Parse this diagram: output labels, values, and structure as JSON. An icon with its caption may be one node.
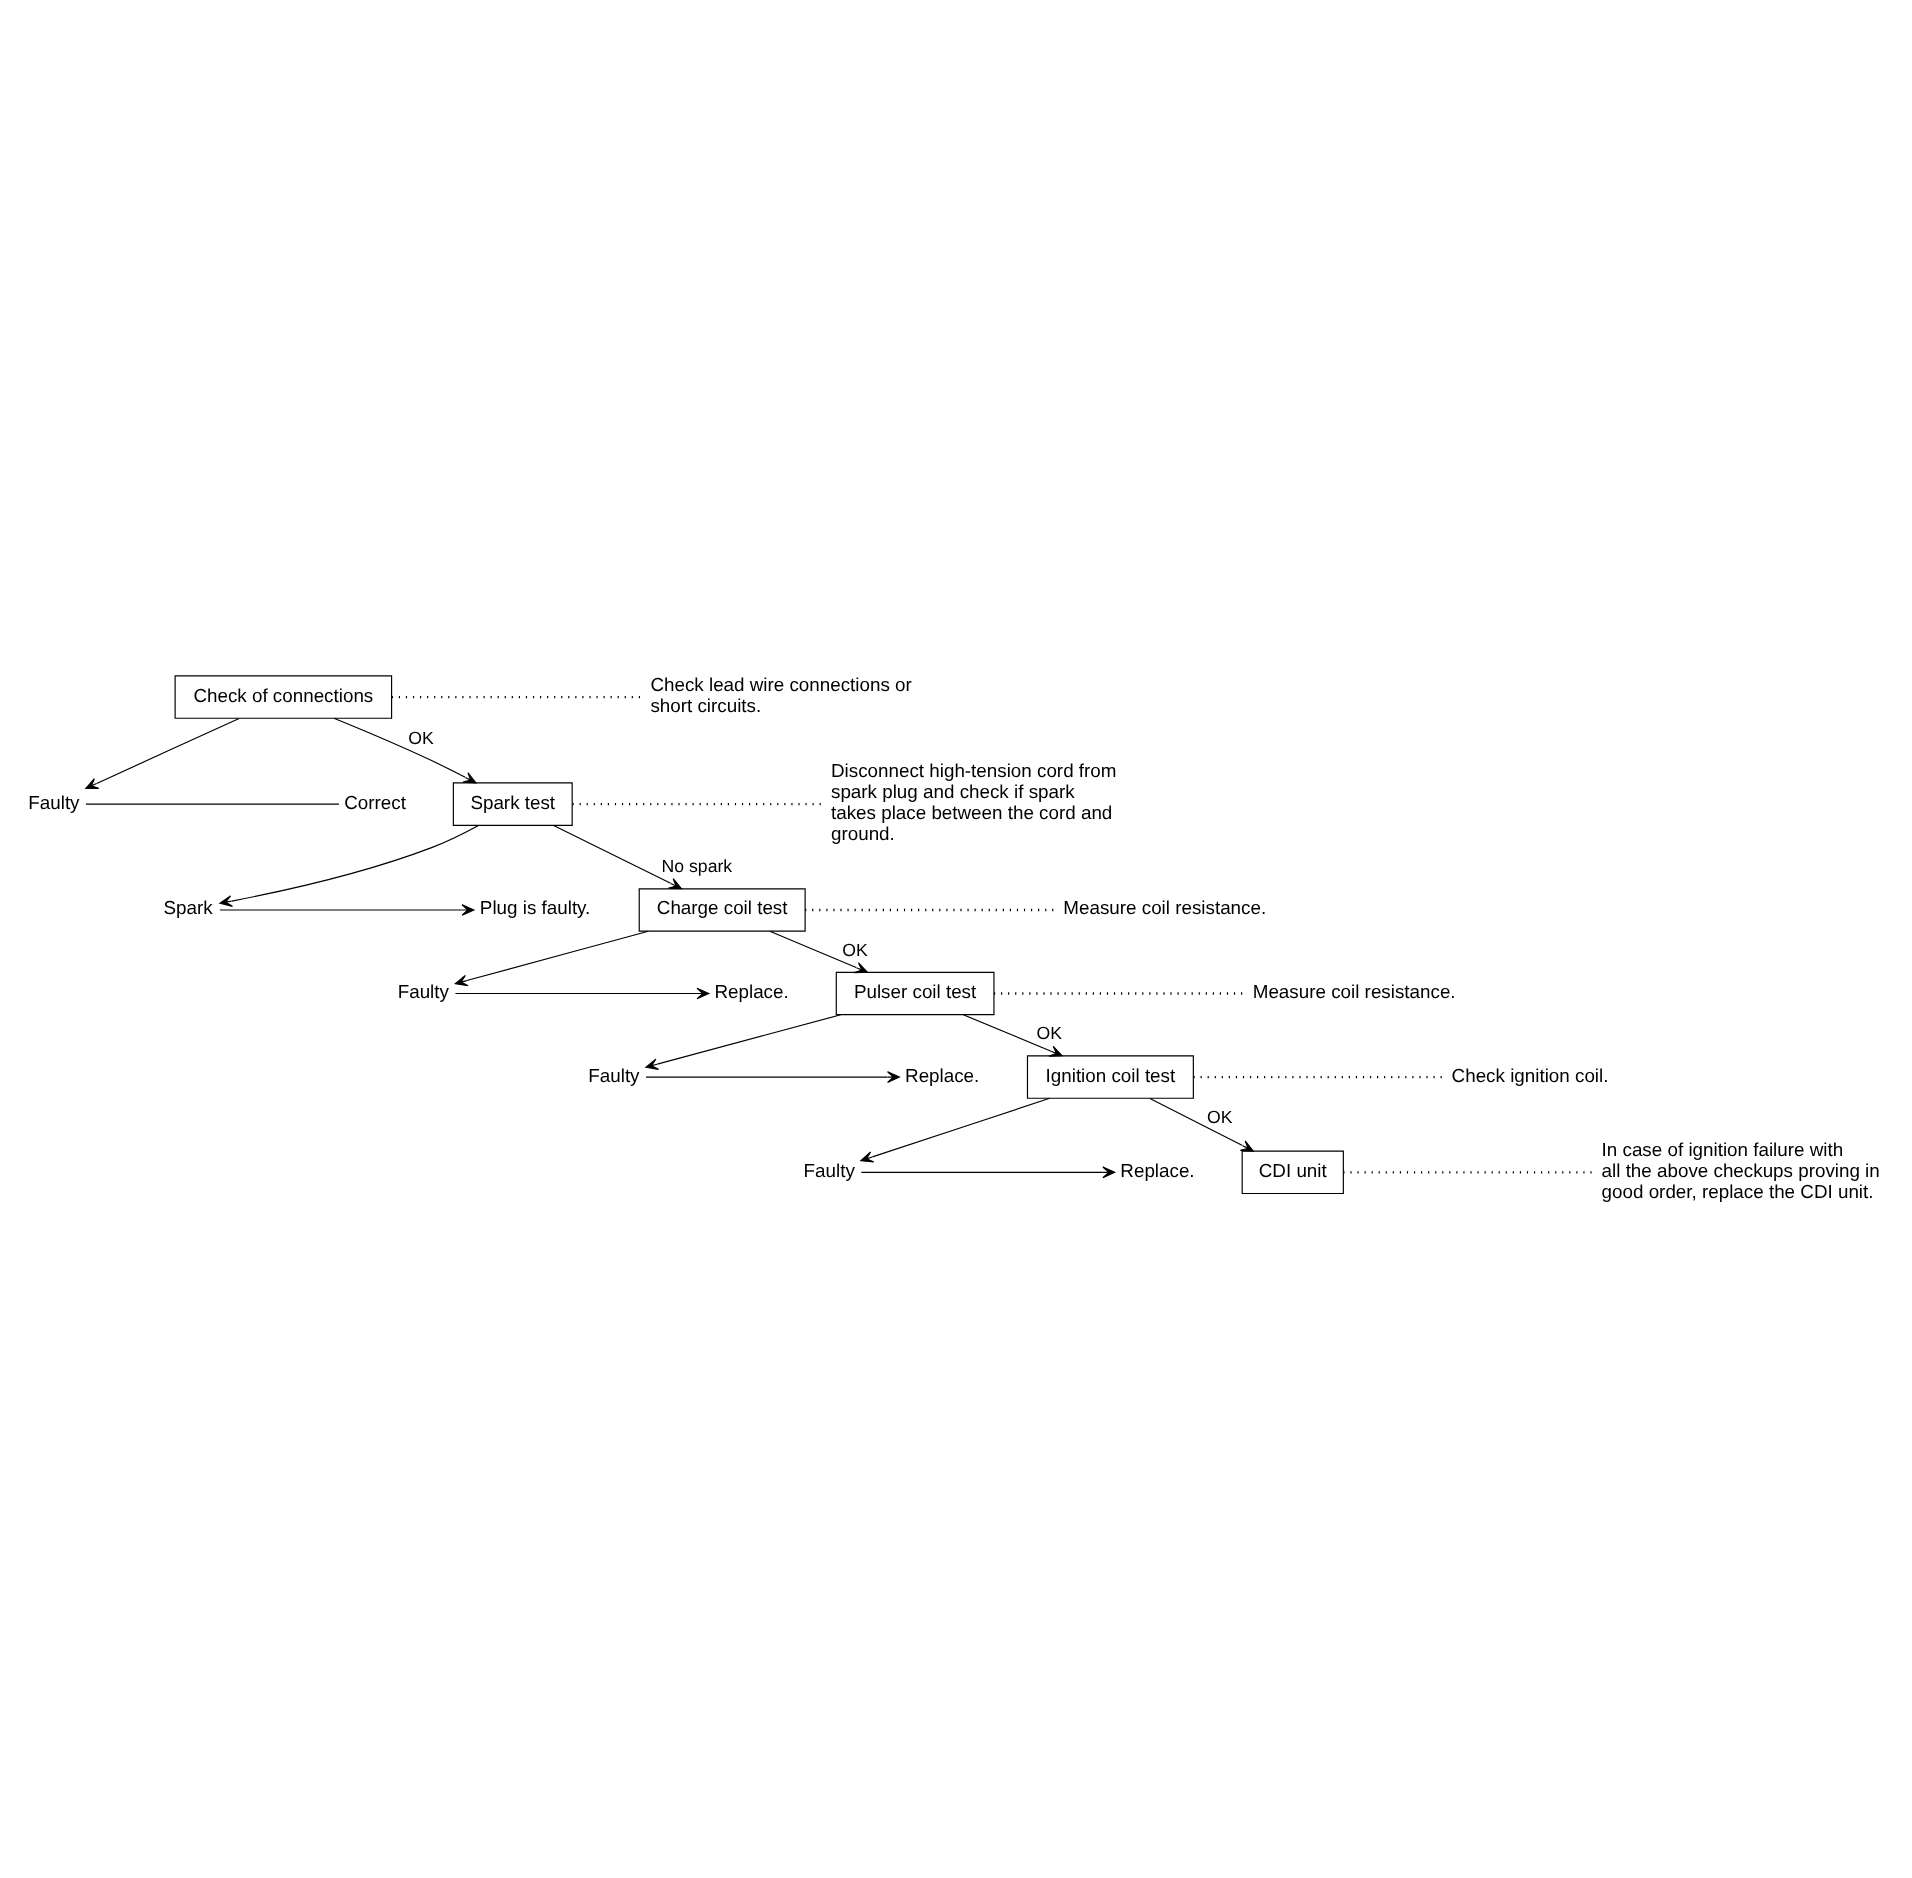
{
  "diagram": {
    "nodes": [
      {
        "text": [
          "Check of connections"
        ]
      },
      {
        "text": [
          "Check lead wire connections or short circuits."
        ]
      },
      {
        "text": [
          "Faulty"
        ]
      },
      {
        "text": [
          "Correct"
        ]
      },
      {
        "text": [
          "Spark test"
        ]
      },
      {
        "text": [
          "Disconnect high-tension cord from spark plug and check if spark takes place between the cord and ground."
        ]
      },
      {
        "text": [
          "Spark"
        ]
      },
      {
        "text": [
          "Plug is faulty."
        ]
      },
      {
        "text": [
          "Charge coil test"
        ]
      },
      {
        "text": [
          "Measure coil resistance."
        ]
      },
      {
        "text": [
          "Faulty"
        ]
      },
      {
        "text": [
          "Replace."
        ]
      },
      {
        "text": [
          "Pulser coil test"
        ]
      },
      {
        "text": [
          "Measure coil resistance."
        ]
      },
      {
        "text": [
          "Faulty"
        ]
      },
      {
        "text": [
          "Replace."
        ]
      },
      {
        "text": [
          "Ignition coil test"
        ]
      },
      {
        "text": [
          "Check ignition coil."
        ]
      },
      {
        "text": [
          "Faulty"
        ]
      },
      {
        "text": [
          "Replace."
        ]
      },
      {
        "text": [
          "CDI unit"
        ]
      },
      {
        "text": [
          "In case of ignition failure with all the above checkups proving in good order, replace the CDI unit."
        ]
      }
    ],
    "edges": [
      {
        "from": 0,
        "to": 1,
        "arrow": "none",
        "style": "dashed"
      },
      {
        "from": 0,
        "to": 2,
        "arrow": "to"
      },
      {
        "from": 2,
        "to": 3,
        "arrow": "none"
      },
      {
        "from": 0,
        "to": 4,
        "arrow": "to",
        "label": "OK"
      },
      {
        "from": 4,
        "to": 5,
        "arrow": "none",
        "style": "dashed"
      },
      {
        "from": 4,
        "to": 6,
        "arrow": "to"
      },
      {
        "from": 6,
        "to": 7,
        "arrow": "to"
      },
      {
        "from": 4,
        "to": 8,
        "arrow": "to",
        "label": "No spark"
      },
      {
        "from": 8,
        "to": 9,
        "arrow": "none",
        "style": "dashed"
      },
      {
        "from": 8,
        "to": 10,
        "arrow": "to"
      },
      {
        "from": 10,
        "to": 11,
        "arrow": "to"
      },
      {
        "from": 8,
        "to": 12,
        "arrow": "to",
        "label": "OK"
      },
      {
        "from": 12,
        "to": 13,
        "arrow": "none",
        "style": "dashed"
      },
      {
        "from": 12,
        "to": 14,
        "arrow": "to"
      },
      {
        "from": 14,
        "to": 15,
        "arrow": "to"
      },
      {
        "from": 12,
        "to": 16,
        "arrow": "to",
        "label": "OK"
      },
      {
        "from": 16,
        "to": 17,
        "arrow": "none",
        "style": "dashed"
      },
      {
        "from": 16,
        "to": 18,
        "arrow": "to"
      },
      {
        "from": 18,
        "to": 19,
        "arrow": "to"
      },
      {
        "from": 16,
        "to": 20,
        "arrow": "to",
        "label": "OK"
      },
      {
        "from": 20,
        "to": 21,
        "arrow": "none",
        "style": "dashed"
      }
    ]
  }
}
